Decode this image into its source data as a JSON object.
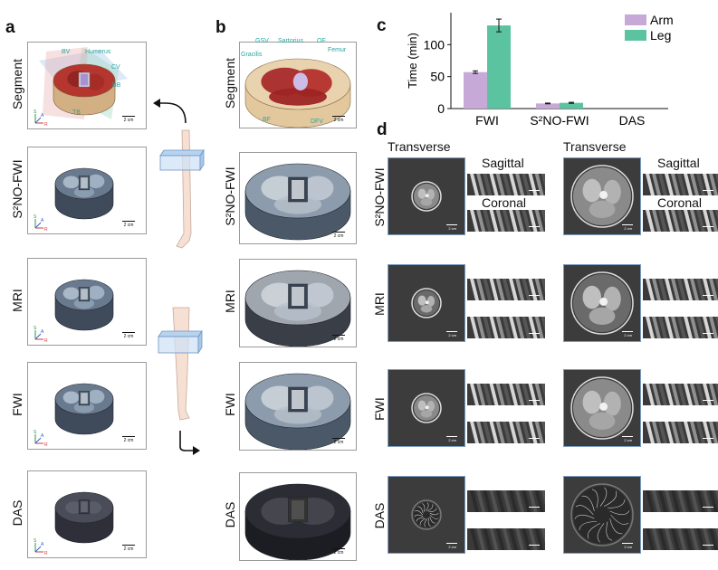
{
  "panel_a": {
    "letter": "a",
    "rows": [
      "Segment",
      "S²NO-FWI",
      "MRI",
      "FWI",
      "DAS"
    ],
    "scale_label": "2 cm",
    "axis_labels": {
      "x": "R",
      "y": "A",
      "z": "S"
    },
    "annotations": [
      "BV",
      "Humerus",
      "CV",
      "BB",
      "TB"
    ]
  },
  "panel_b": {
    "letter": "b",
    "rows": [
      "Segment",
      "S²NO-FWI",
      "MRI",
      "FWI",
      "DAS"
    ],
    "scale_label": "2 cm",
    "annotations": [
      "GSV",
      "Sartorius",
      "OF",
      "Femur",
      "Gracilis",
      "BF",
      "DFV"
    ]
  },
  "panel_c": {
    "letter": "c"
  },
  "panel_d": {
    "letter": "d",
    "rows": [
      "S²NO-FWI",
      "MRI",
      "FWI",
      "DAS"
    ],
    "view_transverse": "Transverse",
    "view_sagittal": "Sagittal",
    "view_coronal": "Coronal",
    "scale_label": "2 cm"
  },
  "colors": {
    "arm": "#c6a9d6",
    "leg": "#5cc3a1",
    "slice_border": "#7a9cc0",
    "annotation": "#2aa7a0"
  },
  "chart_data": {
    "type": "bar",
    "categories": [
      "FWI",
      "S²NO-FWI",
      "DAS"
    ],
    "series": [
      {
        "name": "Arm",
        "values": [
          57,
          8,
          0
        ],
        "error": [
          2,
          0.6,
          0
        ]
      },
      {
        "name": "Leg",
        "values": [
          130,
          9,
          0
        ],
        "error": [
          10,
          0.8,
          0
        ]
      }
    ],
    "ylabel": "Time (min)",
    "yticks": [
      0,
      50,
      100
    ],
    "ylim": [
      0,
      150
    ],
    "legend_position": "top-right",
    "grid": false
  }
}
